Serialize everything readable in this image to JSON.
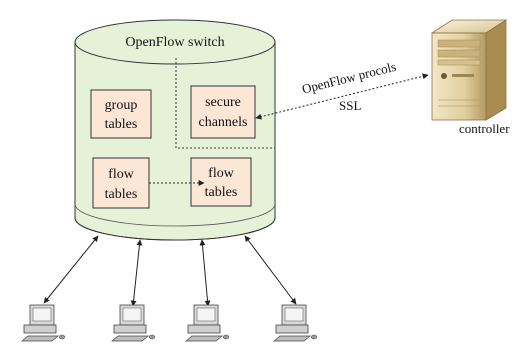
{
  "switch": {
    "title": "OpenFlow switch",
    "boxes": [
      {
        "lines": [
          "group",
          "tables"
        ]
      },
      {
        "lines": [
          "secure",
          "channels"
        ]
      },
      {
        "lines": [
          "flow",
          "tables"
        ]
      },
      {
        "lines": [
          "flow",
          "tables"
        ]
      }
    ]
  },
  "link": {
    "protocol_label": "OpenFlow procols",
    "ssl_label": "SSL"
  },
  "controller": {
    "label": "controller"
  },
  "hosts": [
    {
      "icon": "computer-icon"
    },
    {
      "icon": "computer-icon"
    },
    {
      "icon": "computer-icon"
    },
    {
      "icon": "computer-icon"
    }
  ],
  "colors": {
    "cylinder_fill": "#e6f2d8",
    "box_fill": "#fce6d6",
    "stroke": "#333333"
  }
}
